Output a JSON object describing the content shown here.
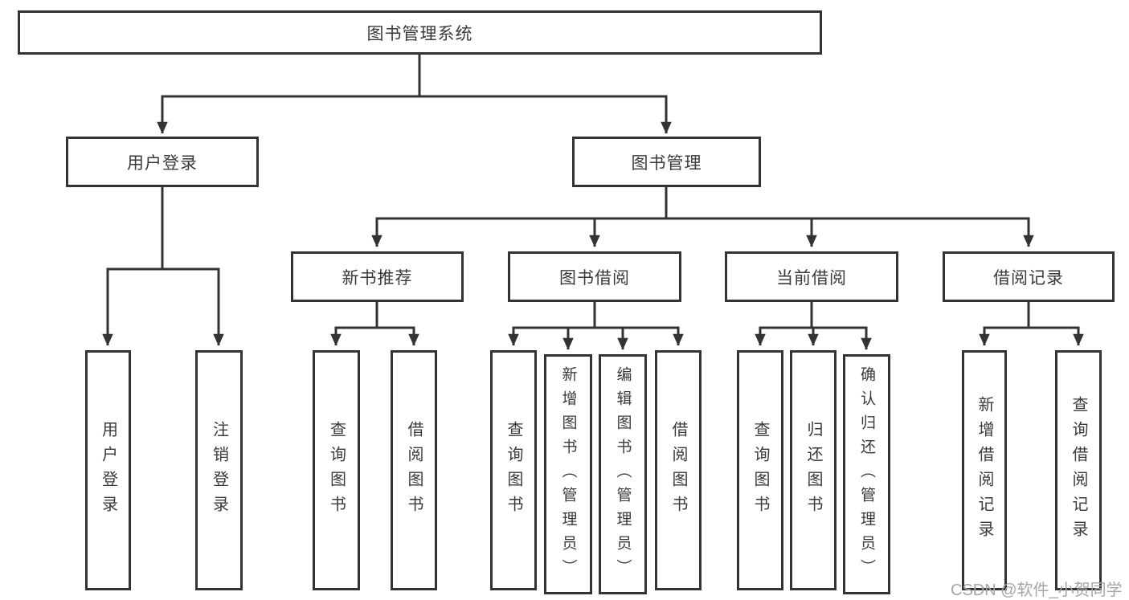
{
  "diagram": {
    "root": {
      "label": "图书管理系统"
    },
    "branches": [
      {
        "label": "用户登录",
        "children": [
          {
            "label": "用户登录"
          },
          {
            "label": "注销登录"
          }
        ]
      },
      {
        "label": "图书管理",
        "children": [
          {
            "label": "新书推荐",
            "children": [
              {
                "label": "查询图书"
              },
              {
                "label": "借阅图书"
              }
            ]
          },
          {
            "label": "图书借阅",
            "children": [
              {
                "label": "查询图书"
              },
              {
                "label": "新增图书（管理员）"
              },
              {
                "label": "编辑图书（管理员）"
              },
              {
                "label": "借阅图书"
              }
            ]
          },
          {
            "label": "当前借阅",
            "children": [
              {
                "label": "查询图书"
              },
              {
                "label": "归还图书"
              },
              {
                "label": "确认归还（管理员）"
              }
            ]
          },
          {
            "label": "借阅记录",
            "children": [
              {
                "label": "新增借阅记录"
              },
              {
                "label": "查询借阅记录"
              }
            ]
          }
        ]
      }
    ]
  },
  "watermark": {
    "text": "CSDN @软件_小贺同学"
  },
  "colors": {
    "line": "#333333",
    "box_border": "#333333",
    "text": "#3a3a3a",
    "watermark": "#a6a6a6",
    "background": "#ffffff"
  }
}
